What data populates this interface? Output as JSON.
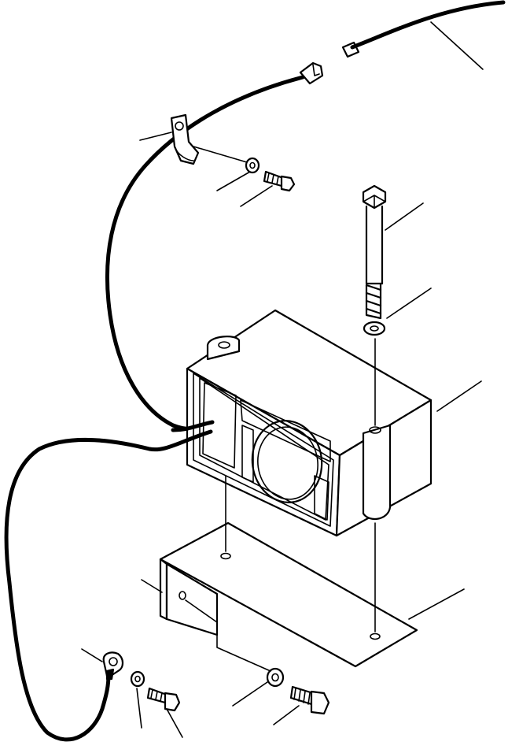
{
  "figure": {
    "kind": "exploded-parts-illustration",
    "subject": "backup-alarm-mounting",
    "line_color": "#000000",
    "background": "#ffffff",
    "printed_text": []
  },
  "parts": [
    {
      "id": "wire-harness-upper"
    },
    {
      "id": "harness-connector"
    },
    {
      "id": "wire-clip"
    },
    {
      "id": "clip-washer"
    },
    {
      "id": "clip-bolt"
    },
    {
      "id": "long-mount-bolt"
    },
    {
      "id": "mount-washer"
    },
    {
      "id": "alarm-housing"
    },
    {
      "id": "mounting-bracket"
    },
    {
      "id": "ground-lead"
    },
    {
      "id": "ground-terminal"
    },
    {
      "id": "ground-washer"
    },
    {
      "id": "ground-bolt"
    },
    {
      "id": "bracket-washer"
    },
    {
      "id": "bracket-bolt"
    }
  ]
}
